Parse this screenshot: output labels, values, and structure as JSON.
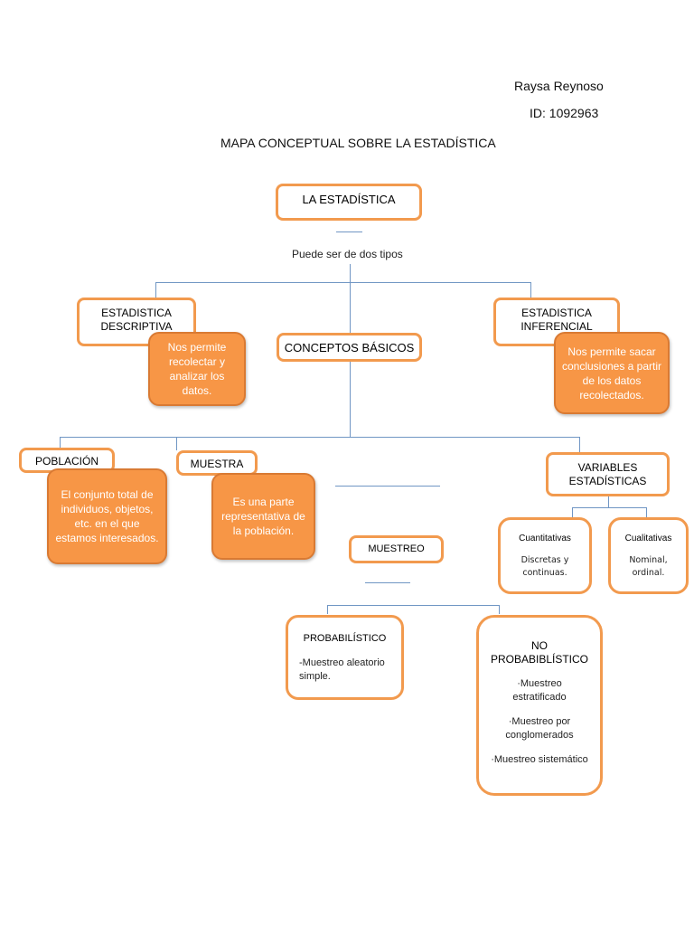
{
  "header": {
    "author": "Raysa Reynoso",
    "id_label": "ID: 1092963",
    "title": "MAPA CONCEPTUAL SOBRE LA ESTADÍSTICA"
  },
  "root": {
    "label": "LA ESTADÍSTICA",
    "connector_text": "Puede ser de dos tipos"
  },
  "types": {
    "descriptiva": {
      "label_line1": "ESTADISTICA",
      "label_line2": "DESCRIPTIVA",
      "note": "Nos permite recolectar y analizar los datos."
    },
    "inferencial": {
      "label_line1": "ESTADISTICA",
      "label_line2": "INFERENCIAL",
      "note": "Nos permite sacar conclusiones a partir de los datos recolectados."
    }
  },
  "conceptos": {
    "label": "CONCEPTOS BÁSICOS",
    "poblacion": {
      "label": "POBLACIÓN",
      "note": "El conjunto total de individuos, objetos, etc. en el que estamos interesados."
    },
    "muestra": {
      "label": "MUESTRA",
      "note": "Es una parte representativa de la población."
    },
    "variables": {
      "label_line1": "VARIABLES",
      "label_line2": "ESTADÍSTICAS",
      "cuantitativas": {
        "label": "Cuantitativas",
        "desc_line1": "Discretas y",
        "desc_line2": "continuas."
      },
      "cualitativas": {
        "label": "Cualitativas",
        "desc_line1": "Nominal,",
        "desc_line2": "ordinal."
      }
    }
  },
  "muestreo": {
    "label": "MUESTREO",
    "probabilistico": {
      "label": "PROBABILÍSTICO",
      "item_line1": "-Muestreo aleatorio",
      "item_line2": "simple."
    },
    "no_probabilistico": {
      "label_line1": "NO",
      "label_line2": "PROBABIBLÍSTICO",
      "items": [
        "·Muestreo estratificado",
        "·Muestreo por conglomerados",
        "·Muestreo sistemático"
      ]
    }
  },
  "colors": {
    "orange_fill": "#F79646",
    "orange_border": "#F29A4E",
    "connector": "#7096C4"
  }
}
